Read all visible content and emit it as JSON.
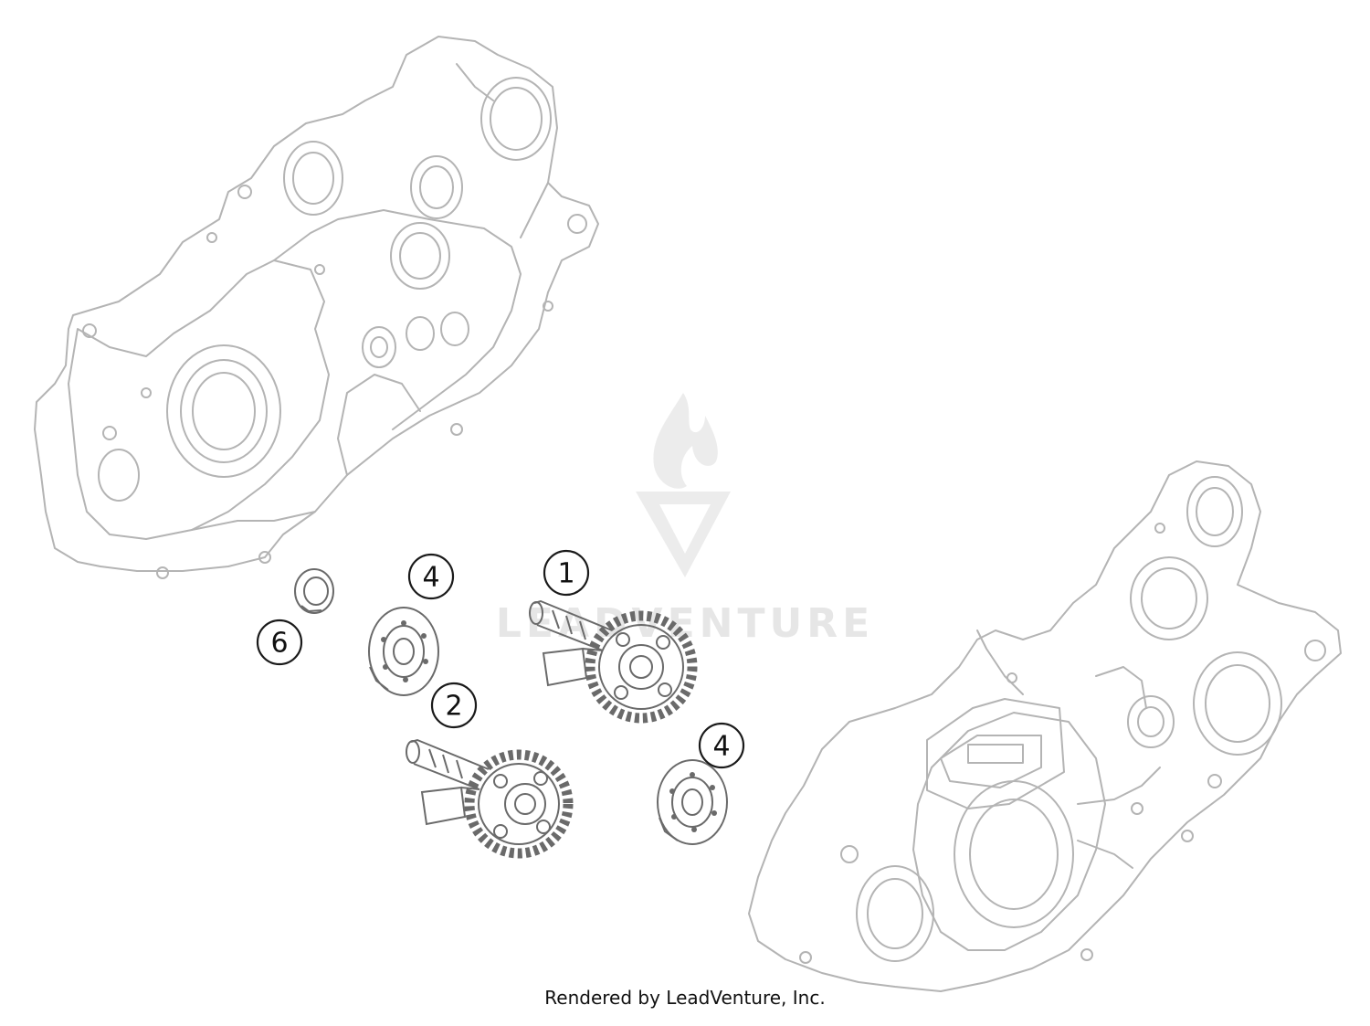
{
  "watermark": {
    "text": "LEADVENTURE"
  },
  "callouts": [
    {
      "id": "part-1",
      "label": "1"
    },
    {
      "id": "part-2",
      "label": "2"
    },
    {
      "id": "part-4a",
      "label": "4"
    },
    {
      "id": "part-4b",
      "label": "4"
    },
    {
      "id": "part-6",
      "label": "6"
    }
  ],
  "footer": {
    "credit": "Rendered by LeadVenture, Inc."
  },
  "colors": {
    "linework": "#b4b4b4",
    "callout_stroke": "#1a1a1a",
    "watermark": "#e6e6e6"
  }
}
